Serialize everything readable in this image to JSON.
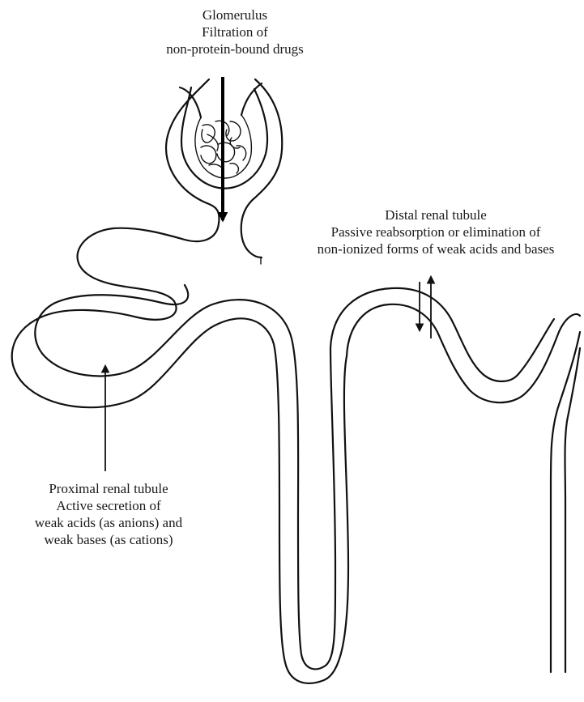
{
  "labels": {
    "glomerulus": {
      "line1": "Glomerulus",
      "line2": "Filtration of",
      "line3": "non-protein-bound drugs"
    },
    "distal": {
      "line1": "Distal renal tubule",
      "line2": "Passive reabsorption or elimination of",
      "line3": "non-ionized forms of weak acids and bases"
    },
    "proximal": {
      "line1": "Proximal renal tubule",
      "line2": "Active secretion of",
      "line3": "weak acids (as anions) and",
      "line4": "weak bases (as cations)"
    }
  },
  "colors": {
    "stroke": "#111111",
    "background": "#ffffff"
  }
}
